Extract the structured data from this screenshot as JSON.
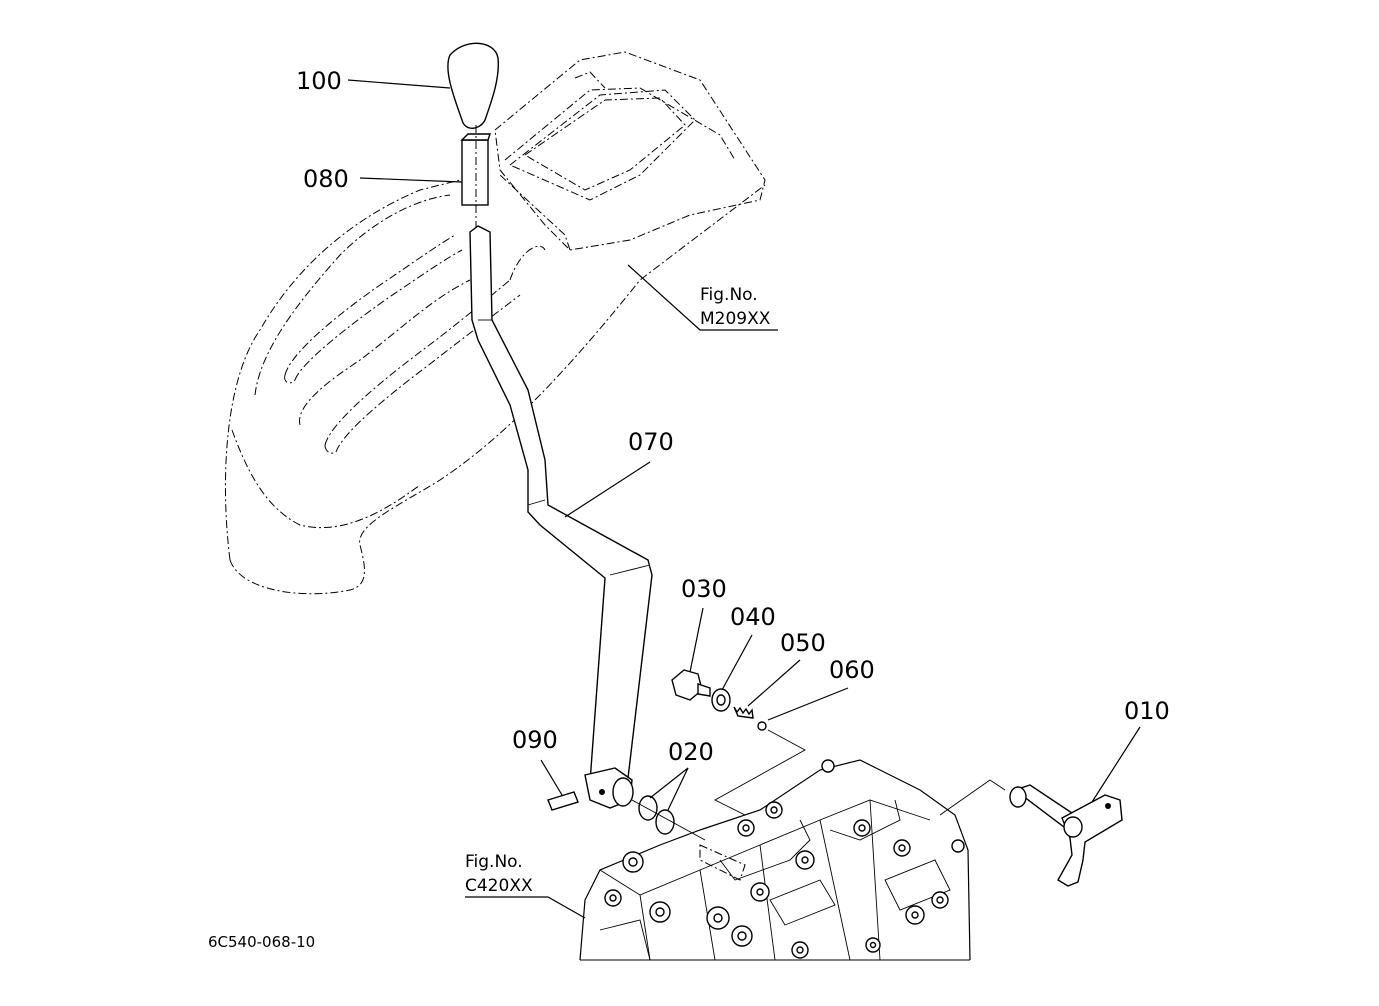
{
  "diagram": {
    "callouts": [
      "100",
      "080",
      "070",
      "030",
      "040",
      "050",
      "060",
      "090",
      "020",
      "010"
    ],
    "fig_refs": [
      {
        "label": "Fig.No.",
        "code": "M209XX"
      },
      {
        "label": "Fig.No.",
        "code": "C420XX"
      }
    ],
    "doc_id": "6C540-068-10"
  }
}
